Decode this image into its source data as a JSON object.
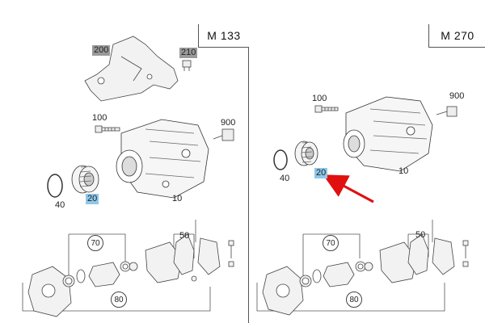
{
  "panels": [
    {
      "engine": "M 133",
      "labels": {
        "p200": "200",
        "p210": "210",
        "p100": "100",
        "p900": "900",
        "p40": "40",
        "p20": "20",
        "p10": "10",
        "p70": "70",
        "p50": "50",
        "p80": "80"
      }
    },
    {
      "engine": "M 270",
      "labels": {
        "p100": "100",
        "p900": "900",
        "p40": "40",
        "p20": "20",
        "p10": "10",
        "p70": "70",
        "p50": "50",
        "p80": "80"
      }
    }
  ],
  "colors": {
    "highlight_blue": "#8ec8ea",
    "highlight_gray": "#9a9a9a",
    "arrow_red": "#e01010",
    "line": "#333333"
  }
}
